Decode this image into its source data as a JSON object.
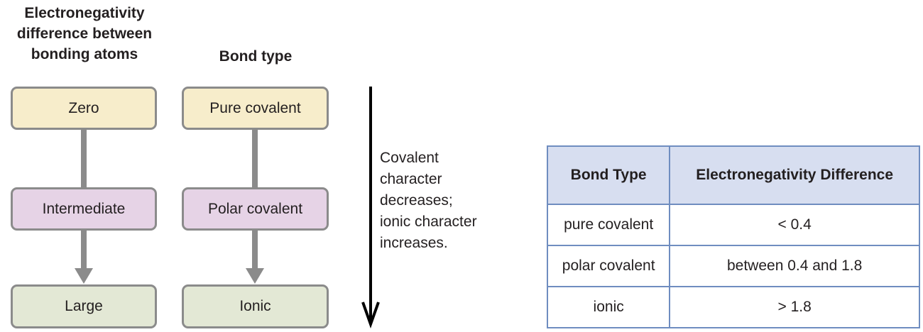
{
  "diagram": {
    "header_left": "Electronegativity difference between bonding atoms",
    "header_right": "Bond type",
    "left_column": [
      "Zero",
      "Intermediate",
      "Large"
    ],
    "right_column": [
      "Pure covalent",
      "Polar covalent",
      "Ionic"
    ],
    "trend_text": "Covalent\ncharacter\ndecreases;\nionic character\nincreases.",
    "colors": {
      "row1_fill": "#f7edcb",
      "row2_fill": "#e6d3e6",
      "row3_fill": "#e3e8d5",
      "connector": "#8b8b8b",
      "box_border": "#8b8b8b",
      "trend_arrow": "#000000"
    }
  },
  "table": {
    "headers": [
      "Bond Type",
      "Electronegativity Difference"
    ],
    "rows": [
      [
        "pure covalent",
        "< 0.4"
      ],
      [
        "polar covalent",
        "between 0.4 and 1.8"
      ],
      [
        "ionic",
        "> 1.8"
      ]
    ],
    "colors": {
      "header_fill": "#d7def0",
      "border": "#6f8dc0"
    }
  }
}
